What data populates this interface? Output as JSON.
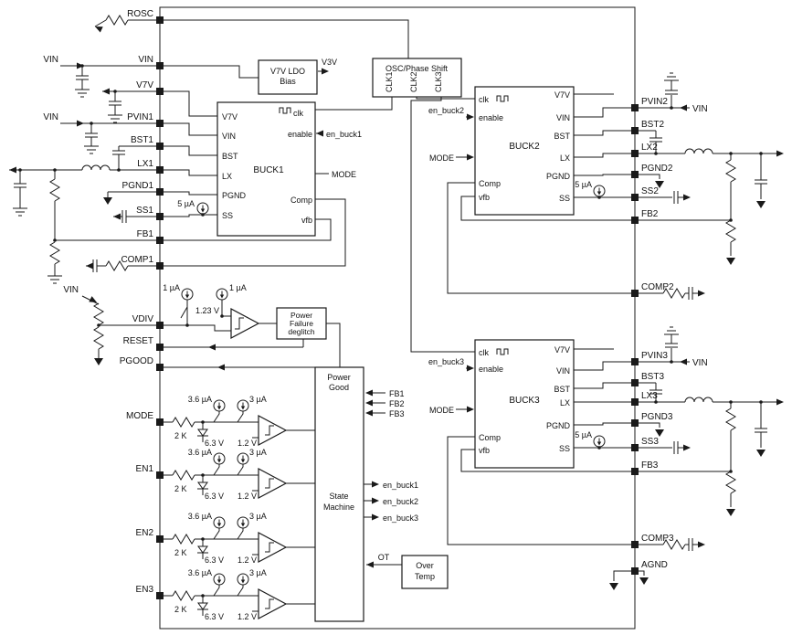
{
  "pins": {
    "left": [
      "ROSC",
      "VIN",
      "V7V",
      "PVIN1",
      "BST1",
      "LX1",
      "PGND1",
      "SS1",
      "FB1",
      "COMP1",
      "VDIV",
      "RESET",
      "PGOOD",
      "MODE",
      "EN1",
      "EN2",
      "EN3"
    ],
    "right": [
      "PVIN2",
      "BST2",
      "LX2",
      "PGND2",
      "SS2",
      "FB2",
      "COMP2",
      "PVIN3",
      "BST3",
      "LX3",
      "PGND3",
      "SS3",
      "FB3",
      "COMP3",
      "AGND"
    ]
  },
  "blocks": {
    "ldo": {
      "line1": "V7V LDO",
      "line2": "Bias"
    },
    "osc": {
      "title": "OSC/Phase Shift",
      "clk1": "CLK1",
      "clk2": "CLK2",
      "clk3": "CLK3"
    },
    "buck1": {
      "title": "BUCK1"
    },
    "buck2": {
      "title": "BUCK2"
    },
    "buck3": {
      "title": "BUCK3"
    },
    "buck_pins": {
      "v7v": "V7V",
      "vin": "VIN",
      "bst": "BST",
      "lx": "LX",
      "pgnd": "PGND",
      "ss": "SS",
      "clk": "clk",
      "enable": "enable",
      "comp": "Comp",
      "vfb": "vfb"
    },
    "power_failure": {
      "line1": "Power",
      "line2": "Failure",
      "line3": "deglitch"
    },
    "power_good": {
      "line1": "Power",
      "line2": "Good"
    },
    "state_machine": {
      "line1": "State",
      "line2": "Machine"
    },
    "over_temp": {
      "line1": "Over",
      "line2": "Temp"
    }
  },
  "signals": {
    "vin": "VIN",
    "v3v": "V3V",
    "ot": "OT",
    "mode": "MODE",
    "en_buck1": "en_buck1",
    "en_buck2": "en_buck2",
    "en_buck3": "en_buck3",
    "fb1": "FB1",
    "fb2": "FB2",
    "fb3": "FB3"
  },
  "values": {
    "i_5ua": "5 µA",
    "i_1ua": "1 µA",
    "i_3ua": "3 µA",
    "i_3p6ua": "3.6 µA",
    "v_1p23": "1.23 V",
    "v_1p2": "1.2 V",
    "v_6p3": "6.3 V",
    "r_2k": "2 K"
  }
}
